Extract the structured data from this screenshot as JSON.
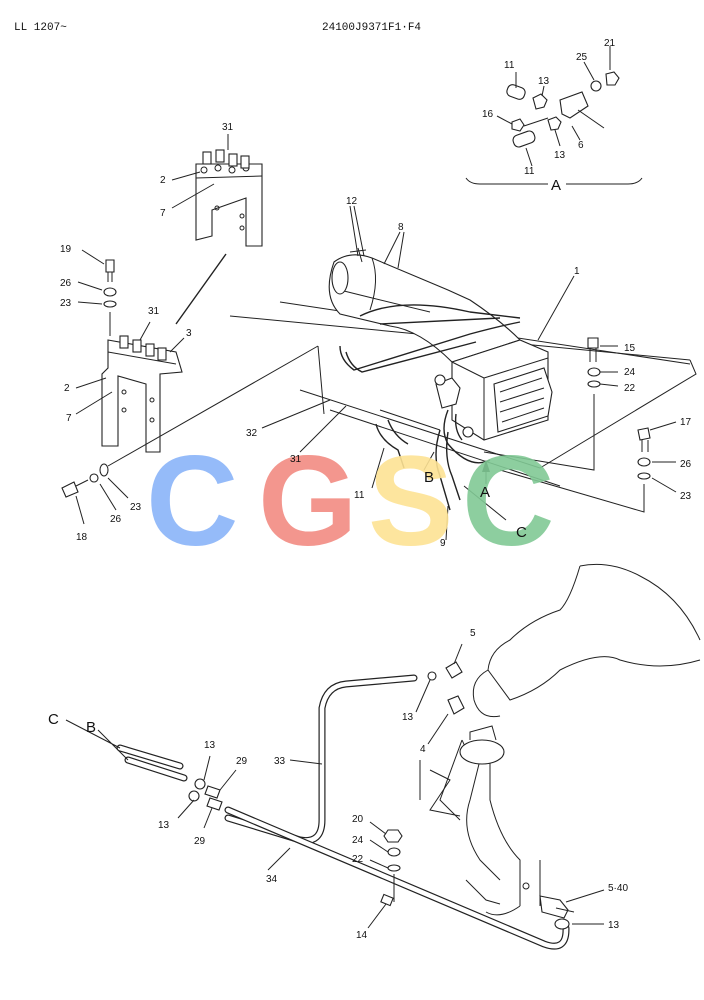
{
  "header": {
    "left_code": "LL 1207~",
    "part_number": "24100J9371F1·F4"
  },
  "watermark": {
    "letters": [
      "C",
      "G",
      "S",
      "C"
    ],
    "colors": [
      "#8ab4f8",
      "#f28b82",
      "#fde293",
      "#81c995"
    ]
  },
  "callouts": {
    "c1": "1",
    "c2a": "2",
    "c2b": "2",
    "c3": "3",
    "c4": "4",
    "c5": "5",
    "c5_40": "5·40",
    "c6": "6",
    "c7a": "7",
    "c7b": "7",
    "c8": "8",
    "c9": "9",
    "c11a": "11",
    "c11b": "11",
    "c11c": "11",
    "c12": "12",
    "c13a": "13",
    "c13b": "13",
    "c13c": "13",
    "c13d": "13",
    "c13e": "13",
    "c14": "14",
    "c15": "15",
    "c16": "16",
    "c17": "17",
    "c18": "18",
    "c19": "19",
    "c20": "20",
    "c21": "21",
    "c22a": "22",
    "c22b": "22",
    "c23a": "23",
    "c23b": "23",
    "c23c": "23",
    "c24a": "24",
    "c24b": "24",
    "c25": "25",
    "c26a": "26",
    "c26b": "26",
    "c26c": "26",
    "c29a": "29",
    "c29b": "29",
    "c31a": "31",
    "c31b": "31",
    "c31c": "31",
    "c32": "32",
    "c33": "33",
    "c34": "34"
  },
  "refs": {
    "detail_a": "A",
    "arrow_a": "A",
    "ref_b": "B",
    "ref_c": "C",
    "pipe_b": "B",
    "pipe_c": "C"
  }
}
